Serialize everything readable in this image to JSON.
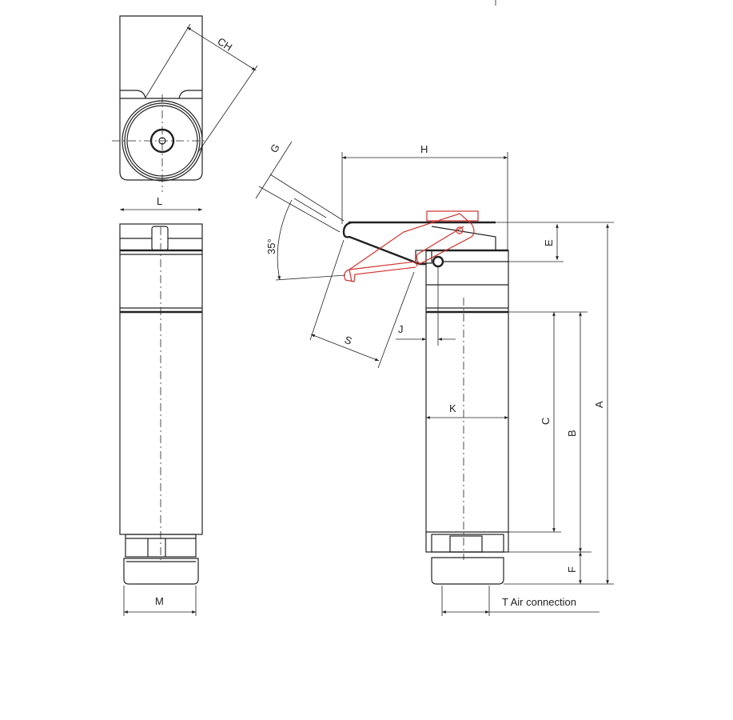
{
  "drawing": {
    "labels": {
      "ch": "CH",
      "l": "L",
      "m": "M",
      "g": "G",
      "h": "H",
      "angle": "35°",
      "e": "E",
      "s": "S",
      "j": "J",
      "k": "K",
      "c": "C",
      "b": "B",
      "a": "A",
      "f": "F",
      "t": "T Air connection"
    },
    "colors": {
      "line": "#222222",
      "open_position": "#d0312d"
    }
  }
}
